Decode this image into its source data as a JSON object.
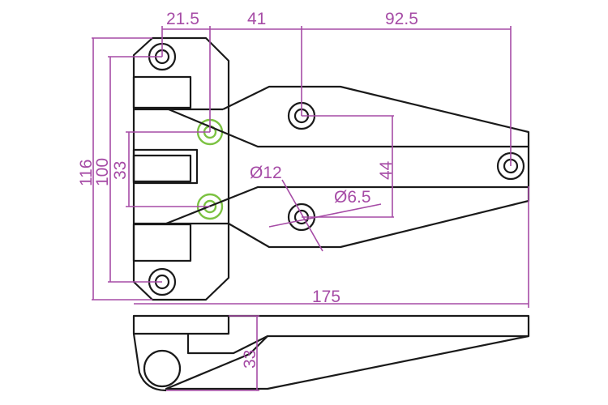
{
  "drawing": {
    "colors": {
      "outline": "#1a1a1a",
      "dimension": "#a64ca6",
      "highlight": "#7cc242"
    },
    "dimensions": {
      "top_offset": "21.5",
      "hole_spacing": "41",
      "arm_length": "92.5",
      "overall_height": "116",
      "mount_hole_spacing": "100",
      "pin_spacing": "33",
      "arm_hole_spacing": "44",
      "outer_diameter": "Ø12",
      "hole_diameter": "Ø6.5",
      "overall_length": "175",
      "side_height": "33"
    }
  }
}
